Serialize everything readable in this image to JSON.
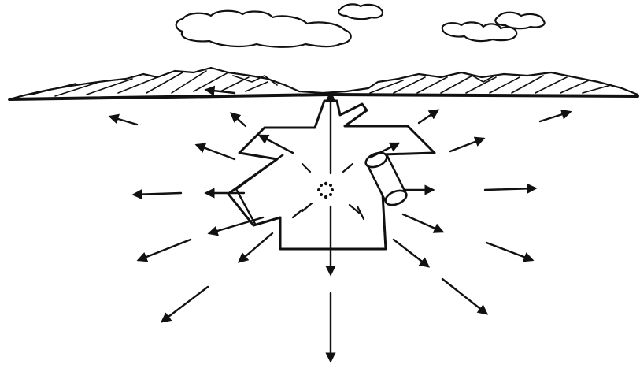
{
  "scene": {
    "ink_color": "#111111",
    "background_color": "#ffffff",
    "elements": {
      "sky": [
        "cloud",
        "cloud",
        "cloud"
      ],
      "horizon": "mountain-range",
      "ground_figure": "cross-shaped-ground-signal",
      "center_marker": "dotted-circle",
      "object": "cylinder-roll",
      "motion_marks": "outward-arrows"
    }
  }
}
